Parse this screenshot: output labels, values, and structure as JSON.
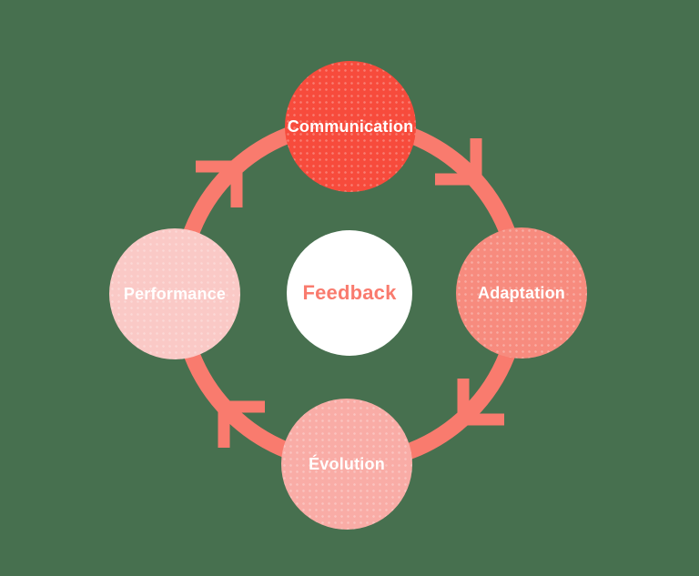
{
  "diagram": {
    "type": "cycle",
    "flow_direction": "clockwise",
    "center": {
      "label": "Feedback"
    },
    "nodes": [
      {
        "label": "Communication",
        "position": "top"
      },
      {
        "label": "Adaptation",
        "position": "right"
      },
      {
        "label": "Évolution",
        "position": "bottom"
      },
      {
        "label": "Performance",
        "position": "left"
      }
    ]
  },
  "colors": {
    "background": "#47704F",
    "ring": "#F97B6E",
    "node_top": "#F74B3C",
    "node_right": "#F78B7E",
    "node_bottom": "#F9ACA6",
    "node_left": "#FAC9C6",
    "center_bg": "#FFFFFF",
    "center_text": "#F97B6E",
    "node_text": "#FFFFFF"
  }
}
